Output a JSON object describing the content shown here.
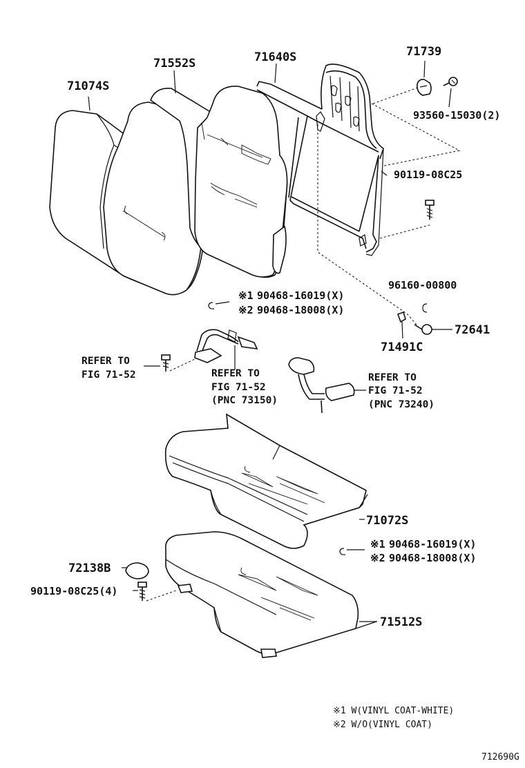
{
  "parts": {
    "p71074S": "71074S",
    "p71552S": "71552S",
    "p71640S": "71640S",
    "p71739": "71739",
    "p93560": "93560-15030(2)",
    "p90119a": "90119-08C25",
    "p96160": "96160-00800",
    "p72641": "72641",
    "p71491C": "71491C",
    "p71072S": "71072S",
    "p71512S": "71512S",
    "p72138B": "72138B",
    "p90119b": "90119-08C25(4)"
  },
  "callouts_upper": {
    "mark1": "※1",
    "line1": "90468-16019(X)",
    "mark2": "※2",
    "line2": "90468-18008(X)"
  },
  "callouts_lower": {
    "mark1": "※1",
    "line1": "90468-16019(X)",
    "mark2": "※2",
    "line2": "90468-18008(X)"
  },
  "refs": {
    "left_line1": "REFER TO",
    "left_line2": "FIG 71-52",
    "mid_line1": "REFER TO",
    "mid_line2": "FIG 71-52",
    "mid_line3": "(PNC 73150)",
    "right_line1": "REFER TO",
    "right_line2": "FIG 71-52",
    "right_line3": "(PNC 73240)"
  },
  "notes": {
    "note1": "※1 W(VINYL COAT-WHITE)",
    "note2": "※2 W/O(VINYL COAT)"
  },
  "figure_id": "712690G"
}
